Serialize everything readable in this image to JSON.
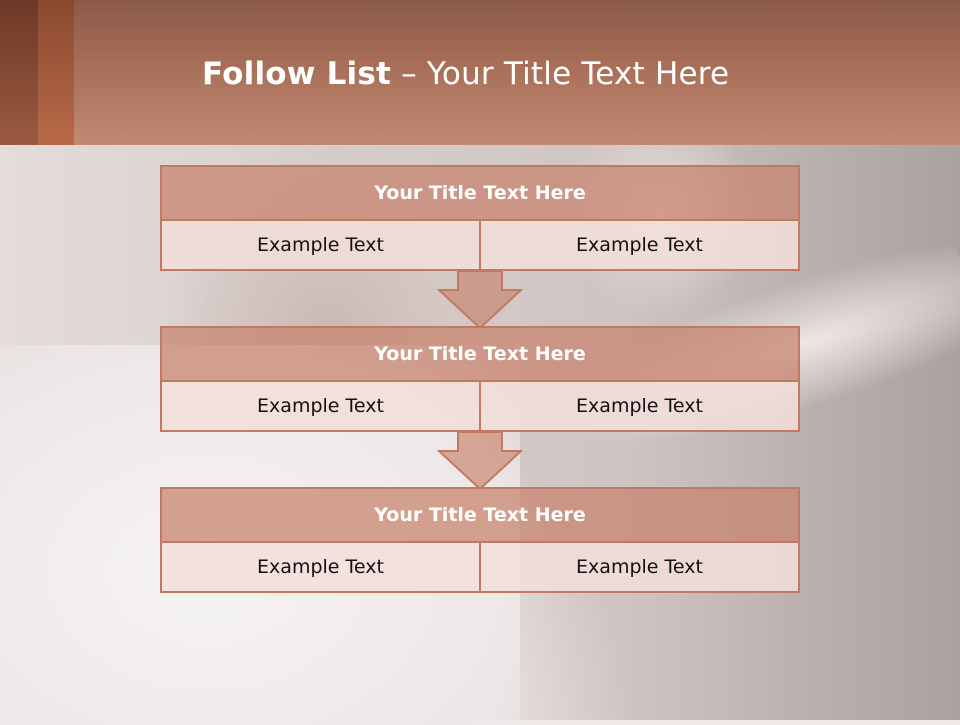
{
  "slide": {
    "title_bold": "Follow List",
    "title_rest": "– Your Title Text Here"
  },
  "steps": [
    {
      "title": "Your Title Text Here",
      "left": "Example Text",
      "right": "Example Text"
    },
    {
      "title": "Your Title Text Here",
      "left": "Example Text",
      "right": "Example Text"
    },
    {
      "title": "Your Title Text Here",
      "left": "Example Text",
      "right": "Example Text"
    }
  ],
  "colors": {
    "accent": "#c07a62",
    "header": "#a86e58",
    "block_title_fill": "#c8826c",
    "cell_fill": "#f2deda"
  },
  "icons": [
    "down-arrow-icon",
    "down-arrow-icon"
  ]
}
